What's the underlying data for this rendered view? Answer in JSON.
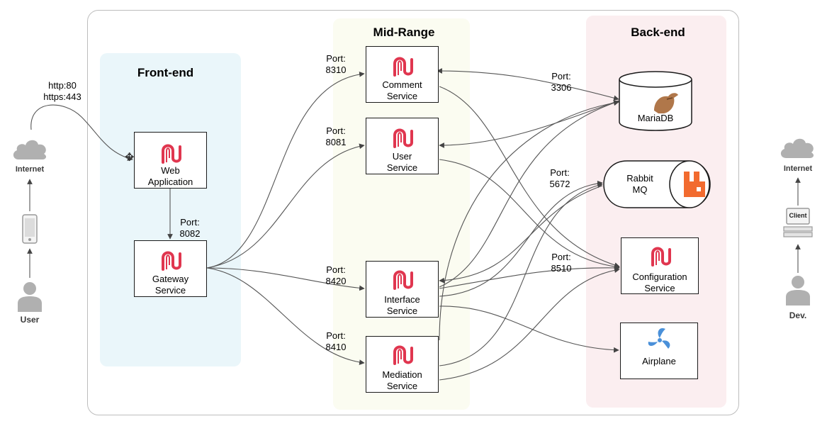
{
  "zones": {
    "frontend": {
      "title": "Front-end"
    },
    "midrange": {
      "title": "Mid-Range"
    },
    "backend": {
      "title": "Back-end"
    }
  },
  "left_actor": {
    "internet_label": "Internet",
    "user_label": "User",
    "protocols": [
      "http:80",
      "https:443"
    ]
  },
  "right_actor": {
    "internet_label": "Internet",
    "client_label": "Client",
    "dev_label": "Dev."
  },
  "frontend_services": {
    "web_application": {
      "line1": "Web",
      "line2": "Application"
    },
    "gateway_service": {
      "line1": "Gateway",
      "line2": "Service",
      "port_label": "Port:",
      "port": "8082"
    }
  },
  "midrange_services": {
    "comment_service": {
      "line1": "Comment",
      "line2": "Service",
      "port_label": "Port:",
      "port": "8310"
    },
    "user_service": {
      "line1": "User",
      "line2": "Service",
      "port_label": "Port:",
      "port": "8081"
    },
    "interface_service": {
      "line1": "Interface",
      "line2": "Service",
      "port_label": "Port:",
      "port": "8420"
    },
    "mediation_service": {
      "line1": "Mediation",
      "line2": "Service",
      "port_label": "Port:",
      "port": "8410"
    }
  },
  "backend_services": {
    "mariadb": {
      "label": "MariaDB",
      "port_label": "Port:",
      "port": "3306"
    },
    "rabbitmq": {
      "line1": "Rabbit",
      "line2": "MQ",
      "port_label": "Port:",
      "port": "5672"
    },
    "configuration_service": {
      "line1": "Configuration",
      "line2": "Service",
      "port_label": "Port:",
      "port": "8510"
    },
    "airplane": {
      "label": "Airplane"
    }
  },
  "colors": {
    "service_logo": "#e0364f",
    "rabbitmq_logo": "#f26b2f",
    "airplane_logo": "#4a90d9",
    "connector": "#555555",
    "actor_icon": "#b0b0b0"
  },
  "icons": [
    "cloud-icon",
    "mobile-phone-icon",
    "person-icon",
    "client-computer-icon",
    "service-logo-icon",
    "database-icon",
    "rabbitmq-icon",
    "airplane-fan-icon"
  ]
}
